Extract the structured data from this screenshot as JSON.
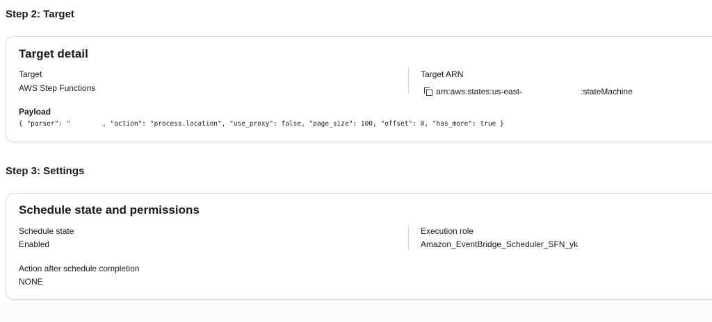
{
  "step2": {
    "title": "Step 2: Target",
    "card_title": "Target detail",
    "target_label": "Target",
    "target_value": "AWS Step Functions",
    "arn_label": "Target ARN",
    "arn_value_start": "arn:aws:states:us-east-",
    "arn_value_end": ":stateMachine",
    "payload_label": "Payload",
    "payload_value": "{ \"parser\": \"        , \"action\": \"process.location\", \"use_proxy\": false, \"page_size\": 100, \"offset\": 0, \"has_more\": true }"
  },
  "step3": {
    "title": "Step 3: Settings",
    "card_title": "Schedule state and permissions",
    "state_label": "Schedule state",
    "state_value": "Enabled",
    "role_label": "Execution role",
    "role_value": "Amazon_EventBridge_Scheduler_SFN_yk",
    "action_label": "Action after schedule completion",
    "action_value": "NONE"
  },
  "icons": {
    "copy": "copy-icon"
  }
}
